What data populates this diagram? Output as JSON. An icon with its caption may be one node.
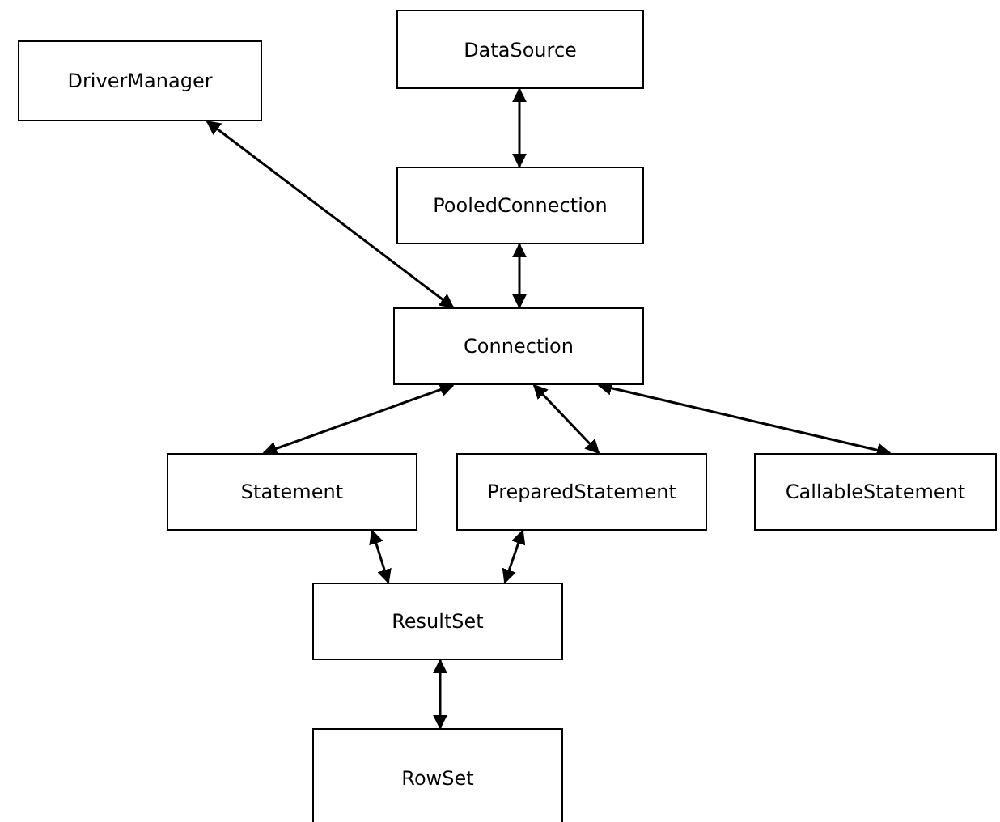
{
  "diagram": {
    "nodes": [
      {
        "text": [
          "DataSource"
        ]
      },
      {
        "text": [
          "DriverManager"
        ]
      },
      {
        "text": [
          "PooledConnection"
        ]
      },
      {
        "text": [
          "Connection"
        ]
      },
      {
        "text": [
          "Statement"
        ]
      },
      {
        "text": [
          "PreparedStatement"
        ]
      },
      {
        "text": [
          "CallableStatement"
        ]
      },
      {
        "text": [
          "ResultSet"
        ]
      },
      {
        "text": [
          "RowSet"
        ]
      }
    ],
    "edges": [
      {
        "from": 0,
        "to": 2,
        "arrow": "both"
      },
      {
        "from": 1,
        "to": 3,
        "arrow": "both"
      },
      {
        "from": 2,
        "to": 3,
        "arrow": "both"
      },
      {
        "from": 3,
        "to": 4,
        "arrow": "both"
      },
      {
        "from": 3,
        "to": 5,
        "arrow": "both"
      },
      {
        "from": 3,
        "to": 6,
        "arrow": "both"
      },
      {
        "from": 4,
        "to": 7,
        "arrow": "both"
      },
      {
        "from": 5,
        "to": 7,
        "arrow": "both"
      },
      {
        "from": 7,
        "to": 8,
        "arrow": "both"
      }
    ]
  }
}
